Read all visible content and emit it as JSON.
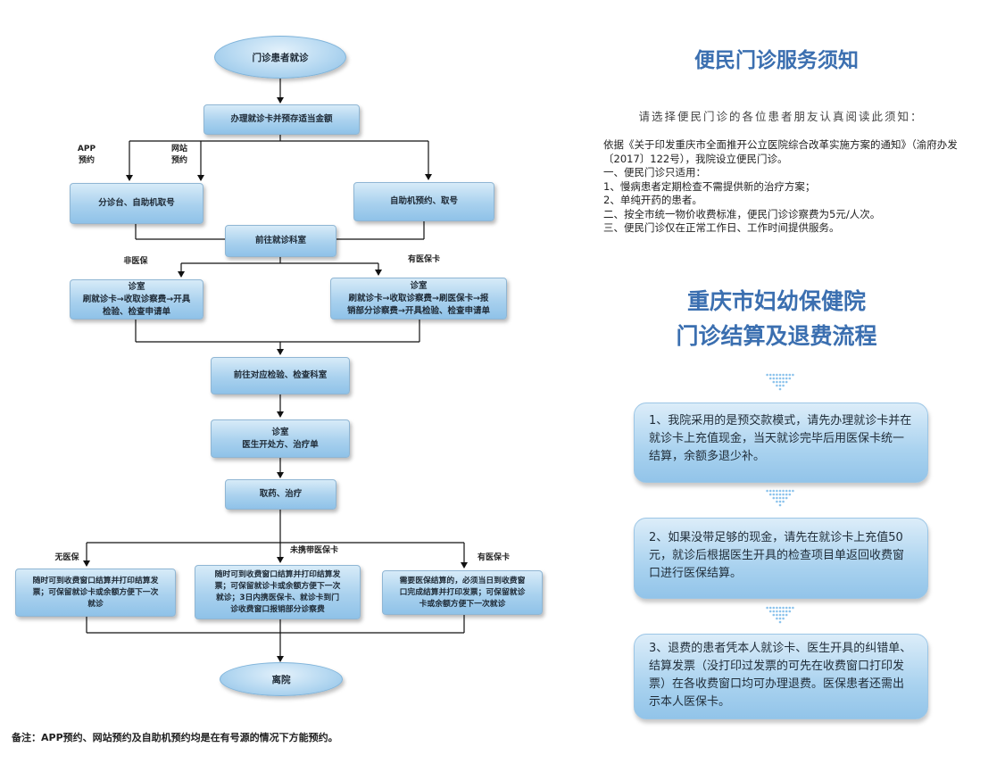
{
  "flow": {
    "start": "门诊患者就诊",
    "register": "办理就诊卡并预存适当金额",
    "label_app": [
      "APP",
      "预约"
    ],
    "label_web": [
      "网站",
      "预约"
    ],
    "left_take": "分诊台、自助机取号",
    "right_take": "自助机预约、取号",
    "go_dept": "前往就诊科室",
    "label_no_insurance": "非医保",
    "label_insurance": "有医保卡",
    "clinic_left": [
      "诊室",
      "刷就诊卡→收取诊察费→开具",
      "检验、检查申请单"
    ],
    "clinic_right": [
      "诊室",
      "刷就诊卡→收取诊察费→刷医保卡→报",
      "销部分诊察费→开具检验、检查申请单"
    ],
    "go_exam": "前往对应检验、检查科室",
    "clinic2": [
      "诊室",
      "医生开处方、治疗单"
    ],
    "medicine": "取药、治疗",
    "label_opt_none": "无医保",
    "label_opt_forgot": "未携带医保卡",
    "label_opt_has": "有医保卡",
    "opt_none": [
      "随时可到收费窗口结算并打印结算发",
      "票；可保留就诊卡或余额方便下一次",
      "就诊"
    ],
    "opt_forgot": [
      "随时可到收费窗口结算并打印结算发",
      "票；可保留就诊卡或余额方便下一次",
      "就诊；3日内携医保卡、就诊卡到门",
      "诊收费窗口报销部分诊察费"
    ],
    "opt_has": [
      "需要医保结算的，必须当日到收费窗",
      "口完成结算并打印发票；可保留就诊",
      "卡或余额方便下一次就诊"
    ],
    "end": "离院",
    "note": "备注：APP预约、网站预约及自助机预约均是在有号源的情况下方能预约。"
  },
  "notice": {
    "title": "便民门诊服务须知",
    "subtitle": "请选择便民门诊的各位患者朋友认真阅读此须知：",
    "intro": "依据《关于印发重庆市全面推开公立医院综合改革实施方案的通知》（渝府办发〔2017〕122号），我院设立便民门诊。",
    "lines": [
      "一、便民门诊只适用：",
      "1、慢病患者定期检查不需提供新的治疗方案；",
      "2、单纯开药的患者。",
      "二、按全市统一物价收费标准，便民门诊诊察费为5元/人次。",
      "三、便民门诊仅在正常工作日、工作时间提供服务。"
    ]
  },
  "process": {
    "title_line1": "重庆市妇幼保健院",
    "title_line2": "门诊结算及退费流程",
    "steps": [
      "1、我院采用的是预交款模式，请先办理就诊卡并在就诊卡上充值现金，当天就诊完毕后用医保卡统一结算，余额多退少补。",
      "2、如果没带足够的现金，请先在就诊卡上充值50元，就诊后根据医生开具的检查项目单返回收费窗口进行医保结算。",
      "3、退费的患者凭本人就诊卡、医生开具的纠错单、结算发票（没打印过发票的可先在收费窗口打印发票）在各收费窗口均可办理退费。医保患者还需出示本人医保卡。"
    ]
  },
  "colors": {
    "accent_title": "#3b6fb0",
    "box_blue": "#a9d1ee",
    "dot_blue": "#8cc3ec"
  }
}
